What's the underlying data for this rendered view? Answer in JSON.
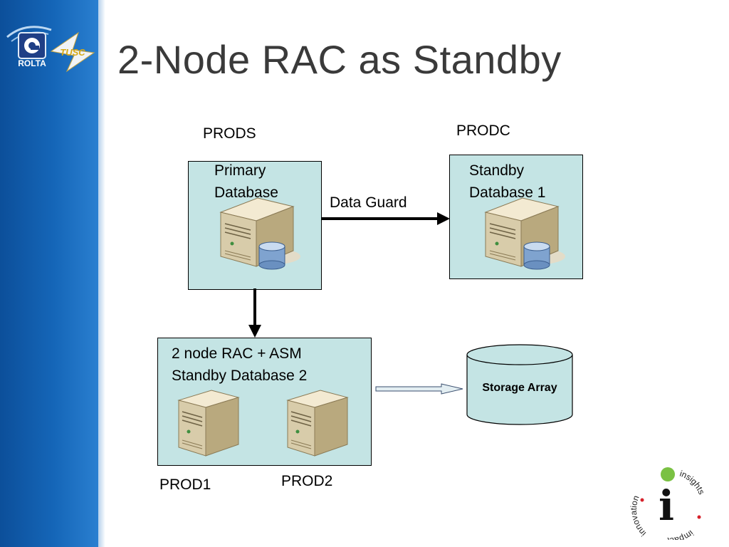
{
  "slide": {
    "title": "2-Node RAC as Standby"
  },
  "logos": {
    "rolta_text": "ROLTA",
    "tusc_text": "TUSC",
    "i_logo": {
      "words": [
        "innovation",
        "insights",
        "impact"
      ],
      "letter": "i"
    }
  },
  "diagram": {
    "prods_label": "PRODS",
    "prodc_label": "PRODC",
    "primary": {
      "line1": "Primary",
      "line2": "Database"
    },
    "standby1": {
      "line1": "Standby",
      "line2": "Database 1"
    },
    "data_guard_label": "Data Guard",
    "rac": {
      "line1": "2 node RAC + ASM",
      "line2": "Standby Database 2"
    },
    "prod1_label": "PROD1",
    "prod2_label": "PROD2",
    "storage_label": "Storage Array"
  },
  "colors": {
    "box_fill": "#c4e4e4",
    "sidebar_blue": "#1566b8",
    "title_text": "#3a3a3a",
    "logo_green": "#7ac143",
    "logo_red": "#d6212b"
  }
}
